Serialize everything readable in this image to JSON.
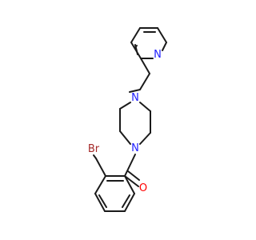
{
  "molecule": {
    "atoms": {
      "pyridine_n": {
        "label": "N",
        "color": "#2020ff"
      },
      "piperazine_n_top": {
        "label": "N",
        "color": "#2020ff"
      },
      "piperazine_n_bottom": {
        "label": "N",
        "color": "#2020ff"
      },
      "carbonyl_o": {
        "label": "O",
        "color": "#ff0000"
      },
      "bromine": {
        "label": "Br",
        "color": "#a52a2a"
      }
    },
    "bond_color": "#1a1a1a",
    "background": "#ffffff"
  }
}
